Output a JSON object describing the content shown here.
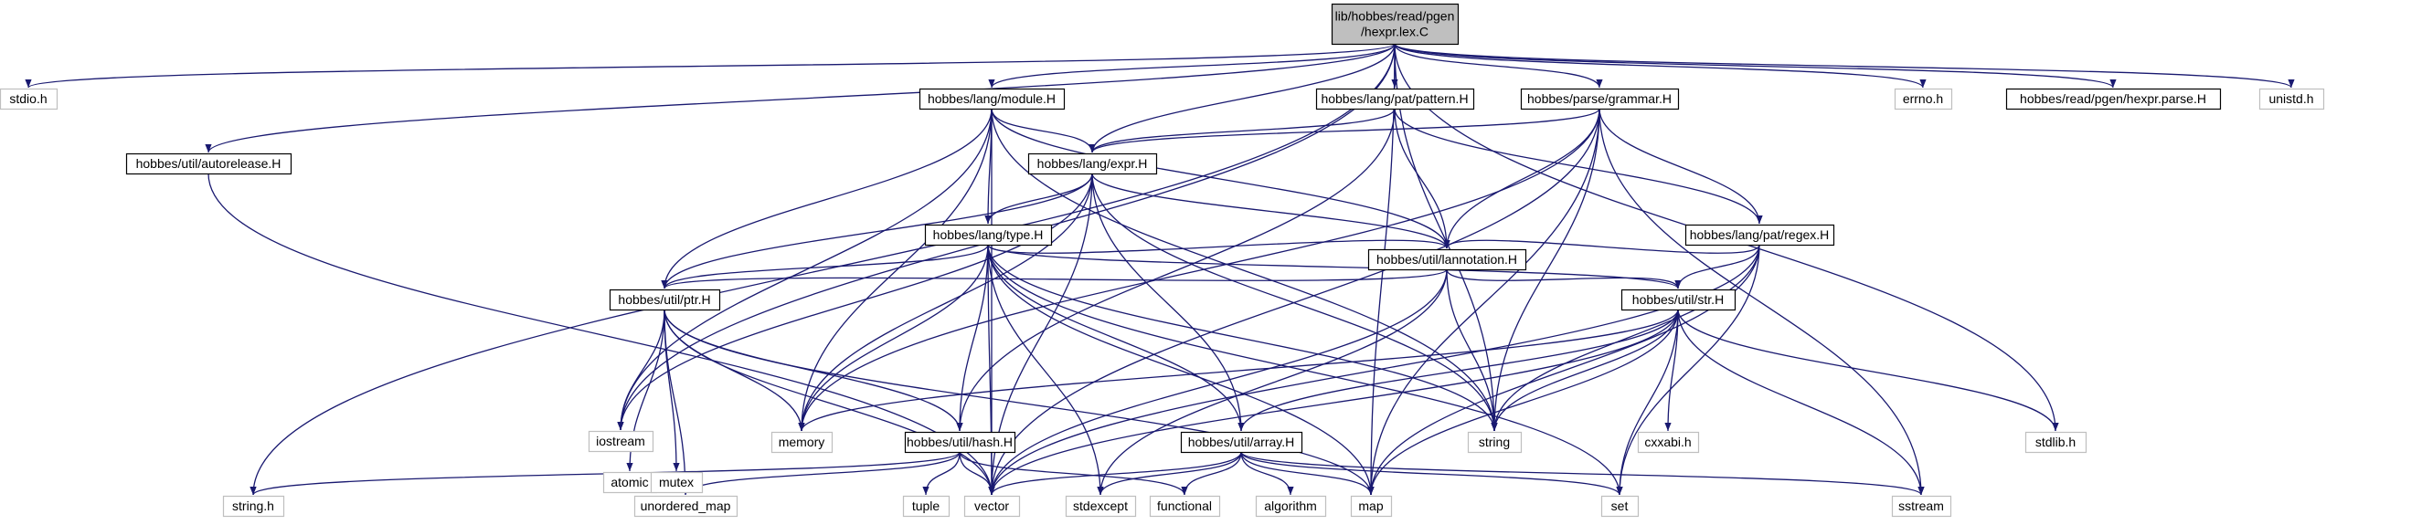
{
  "diagram": {
    "colors": {
      "edge": "#191970",
      "root_fill": "#bfbfbf",
      "project_border": "#000000",
      "system_border": "#bfbfbf"
    },
    "nodes": [
      {
        "id": "root",
        "kind": "root",
        "lines": [
          "lib/hobbes/read/pgen",
          "/hexpr.lex.C"
        ]
      },
      {
        "id": "stdio_h",
        "kind": "sys",
        "lines": [
          "stdio.h"
        ]
      },
      {
        "id": "autorelease",
        "kind": "proj",
        "lines": [
          "hobbes/util/autorelease.H"
        ]
      },
      {
        "id": "module",
        "kind": "proj",
        "lines": [
          "hobbes/lang/module.H"
        ]
      },
      {
        "id": "pattern",
        "kind": "proj",
        "lines": [
          "hobbes/lang/pat/pattern.H"
        ]
      },
      {
        "id": "grammar",
        "kind": "proj",
        "lines": [
          "hobbes/parse/grammar.H"
        ]
      },
      {
        "id": "errno",
        "kind": "sys",
        "lines": [
          "errno.h"
        ]
      },
      {
        "id": "hexpr_parse",
        "kind": "proj",
        "lines": [
          "hobbes/read/pgen/hexpr.parse.H"
        ]
      },
      {
        "id": "unistd",
        "kind": "sys",
        "lines": [
          "unistd.h"
        ]
      },
      {
        "id": "expr",
        "kind": "proj",
        "lines": [
          "hobbes/lang/expr.H"
        ]
      },
      {
        "id": "type",
        "kind": "proj",
        "lines": [
          "hobbes/lang/type.H"
        ]
      },
      {
        "id": "regex",
        "kind": "proj",
        "lines": [
          "hobbes/lang/pat/regex.H"
        ]
      },
      {
        "id": "lannotation",
        "kind": "proj",
        "lines": [
          "hobbes/util/lannotation.H"
        ]
      },
      {
        "id": "ptr",
        "kind": "proj",
        "lines": [
          "hobbes/util/ptr.H"
        ]
      },
      {
        "id": "str",
        "kind": "proj",
        "lines": [
          "hobbes/util/str.H"
        ]
      },
      {
        "id": "hash",
        "kind": "proj",
        "lines": [
          "hobbes/util/hash.H"
        ]
      },
      {
        "id": "array",
        "kind": "proj",
        "lines": [
          "hobbes/util/array.H"
        ]
      },
      {
        "id": "iostream",
        "kind": "sys",
        "lines": [
          "iostream"
        ]
      },
      {
        "id": "atomic",
        "kind": "sys",
        "lines": [
          "atomic"
        ]
      },
      {
        "id": "mutex",
        "kind": "sys",
        "lines": [
          "mutex"
        ]
      },
      {
        "id": "memory",
        "kind": "sys",
        "lines": [
          "memory"
        ]
      },
      {
        "id": "string",
        "kind": "sys",
        "lines": [
          "string"
        ]
      },
      {
        "id": "cxxabi",
        "kind": "sys",
        "lines": [
          "cxxabi.h"
        ]
      },
      {
        "id": "stdlib",
        "kind": "sys",
        "lines": [
          "stdlib.h"
        ]
      },
      {
        "id": "string_h",
        "kind": "sys",
        "lines": [
          "string.h"
        ]
      },
      {
        "id": "unordered_map",
        "kind": "sys",
        "lines": [
          "unordered_map"
        ]
      },
      {
        "id": "tuple",
        "kind": "sys",
        "lines": [
          "tuple"
        ]
      },
      {
        "id": "vector",
        "kind": "sys",
        "lines": [
          "vector"
        ]
      },
      {
        "id": "stdexcept",
        "kind": "sys",
        "lines": [
          "stdexcept"
        ]
      },
      {
        "id": "functional",
        "kind": "sys",
        "lines": [
          "functional"
        ]
      },
      {
        "id": "algorithm",
        "kind": "sys",
        "lines": [
          "algorithm"
        ]
      },
      {
        "id": "map",
        "kind": "sys",
        "lines": [
          "map"
        ]
      },
      {
        "id": "set",
        "kind": "sys",
        "lines": [
          "set"
        ]
      },
      {
        "id": "sstream",
        "kind": "sys",
        "lines": [
          "sstream"
        ]
      }
    ],
    "edges": [
      [
        "root",
        "stdio_h"
      ],
      [
        "root",
        "autorelease"
      ],
      [
        "root",
        "module"
      ],
      [
        "root",
        "pattern"
      ],
      [
        "root",
        "grammar"
      ],
      [
        "root",
        "errno"
      ],
      [
        "root",
        "hexpr_parse"
      ],
      [
        "root",
        "unistd"
      ],
      [
        "root",
        "expr"
      ],
      [
        "root",
        "iostream"
      ],
      [
        "root",
        "string"
      ],
      [
        "root",
        "stdlib"
      ],
      [
        "root",
        "string_h"
      ],
      [
        "root",
        "map"
      ],
      [
        "autorelease",
        "vector"
      ],
      [
        "module",
        "expr"
      ],
      [
        "module",
        "type"
      ],
      [
        "module",
        "lannotation"
      ],
      [
        "module",
        "ptr"
      ],
      [
        "module",
        "iostream"
      ],
      [
        "module",
        "memory"
      ],
      [
        "module",
        "string"
      ],
      [
        "module",
        "vector"
      ],
      [
        "pattern",
        "expr"
      ],
      [
        "pattern",
        "lannotation"
      ],
      [
        "pattern",
        "regex"
      ],
      [
        "pattern",
        "hash"
      ],
      [
        "grammar",
        "expr"
      ],
      [
        "grammar",
        "lannotation"
      ],
      [
        "grammar",
        "regex"
      ],
      [
        "grammar",
        "memory"
      ],
      [
        "grammar",
        "string"
      ],
      [
        "grammar",
        "vector"
      ],
      [
        "grammar",
        "map"
      ],
      [
        "grammar",
        "sstream"
      ],
      [
        "expr",
        "type"
      ],
      [
        "expr",
        "lannotation"
      ],
      [
        "expr",
        "ptr"
      ],
      [
        "expr",
        "array"
      ],
      [
        "expr",
        "iostream"
      ],
      [
        "expr",
        "memory"
      ],
      [
        "expr",
        "string"
      ],
      [
        "expr",
        "vector"
      ],
      [
        "type",
        "lannotation"
      ],
      [
        "type",
        "ptr"
      ],
      [
        "type",
        "str"
      ],
      [
        "type",
        "hash"
      ],
      [
        "type",
        "array"
      ],
      [
        "type",
        "memory"
      ],
      [
        "type",
        "string"
      ],
      [
        "type",
        "vector"
      ],
      [
        "type",
        "map"
      ],
      [
        "type",
        "set"
      ],
      [
        "type",
        "stdexcept"
      ],
      [
        "regex",
        "lannotation"
      ],
      [
        "regex",
        "str"
      ],
      [
        "regex",
        "string"
      ],
      [
        "regex",
        "vector"
      ],
      [
        "regex",
        "map"
      ],
      [
        "regex",
        "set"
      ],
      [
        "lannotation",
        "ptr"
      ],
      [
        "lannotation",
        "str"
      ],
      [
        "lannotation",
        "string"
      ],
      [
        "lannotation",
        "vector"
      ],
      [
        "lannotation",
        "stdexcept"
      ],
      [
        "ptr",
        "hash"
      ],
      [
        "ptr",
        "iostream"
      ],
      [
        "ptr",
        "atomic"
      ],
      [
        "ptr",
        "mutex"
      ],
      [
        "ptr",
        "memory"
      ],
      [
        "ptr",
        "unordered_map"
      ],
      [
        "ptr",
        "vector"
      ],
      [
        "ptr",
        "map"
      ],
      [
        "str",
        "array"
      ],
      [
        "str",
        "memory"
      ],
      [
        "str",
        "string"
      ],
      [
        "str",
        "cxxabi"
      ],
      [
        "str",
        "stdlib"
      ],
      [
        "str",
        "vector"
      ],
      [
        "str",
        "map"
      ],
      [
        "str",
        "set"
      ],
      [
        "str",
        "sstream"
      ],
      [
        "hash",
        "string_h"
      ],
      [
        "hash",
        "unordered_map"
      ],
      [
        "hash",
        "tuple"
      ],
      [
        "hash",
        "vector"
      ],
      [
        "hash",
        "functional"
      ],
      [
        "array",
        "vector"
      ],
      [
        "array",
        "stdexcept"
      ],
      [
        "array",
        "functional"
      ],
      [
        "array",
        "algorithm"
      ],
      [
        "array",
        "map"
      ],
      [
        "array",
        "set"
      ],
      [
        "array",
        "sstream"
      ]
    ]
  }
}
